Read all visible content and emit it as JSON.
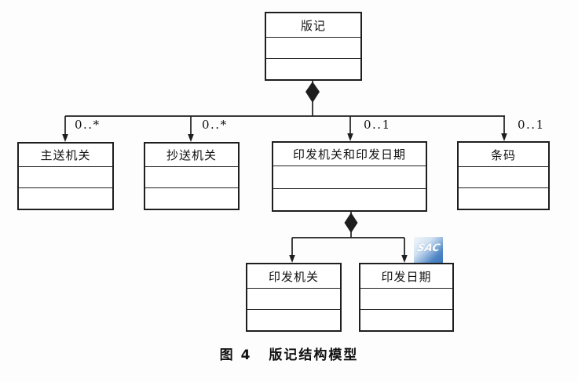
{
  "figure": {
    "caption": {
      "prefix": "图 4",
      "title": "版记结构模型"
    },
    "watermark_text": "SAC",
    "colors": {
      "line": "#1e1e1e",
      "box_fill": "#ffffff",
      "watermark_blue": "#3d7ac0",
      "watermark_light": "#f2f7fc",
      "background": "#fdfdfd"
    }
  },
  "diagram": {
    "type": "uml-composition-tree",
    "root": {
      "title": "版记"
    },
    "level1": [
      {
        "title": "主送机关",
        "multiplicity": "0..*"
      },
      {
        "title": "抄送机关",
        "multiplicity": "0..*"
      },
      {
        "title": "印发机关和印发日期",
        "multiplicity": "0..1"
      },
      {
        "title": "条码",
        "multiplicity": "0..1"
      }
    ],
    "level2": [
      {
        "title": "印发机关"
      },
      {
        "title": "印发日期"
      }
    ]
  }
}
